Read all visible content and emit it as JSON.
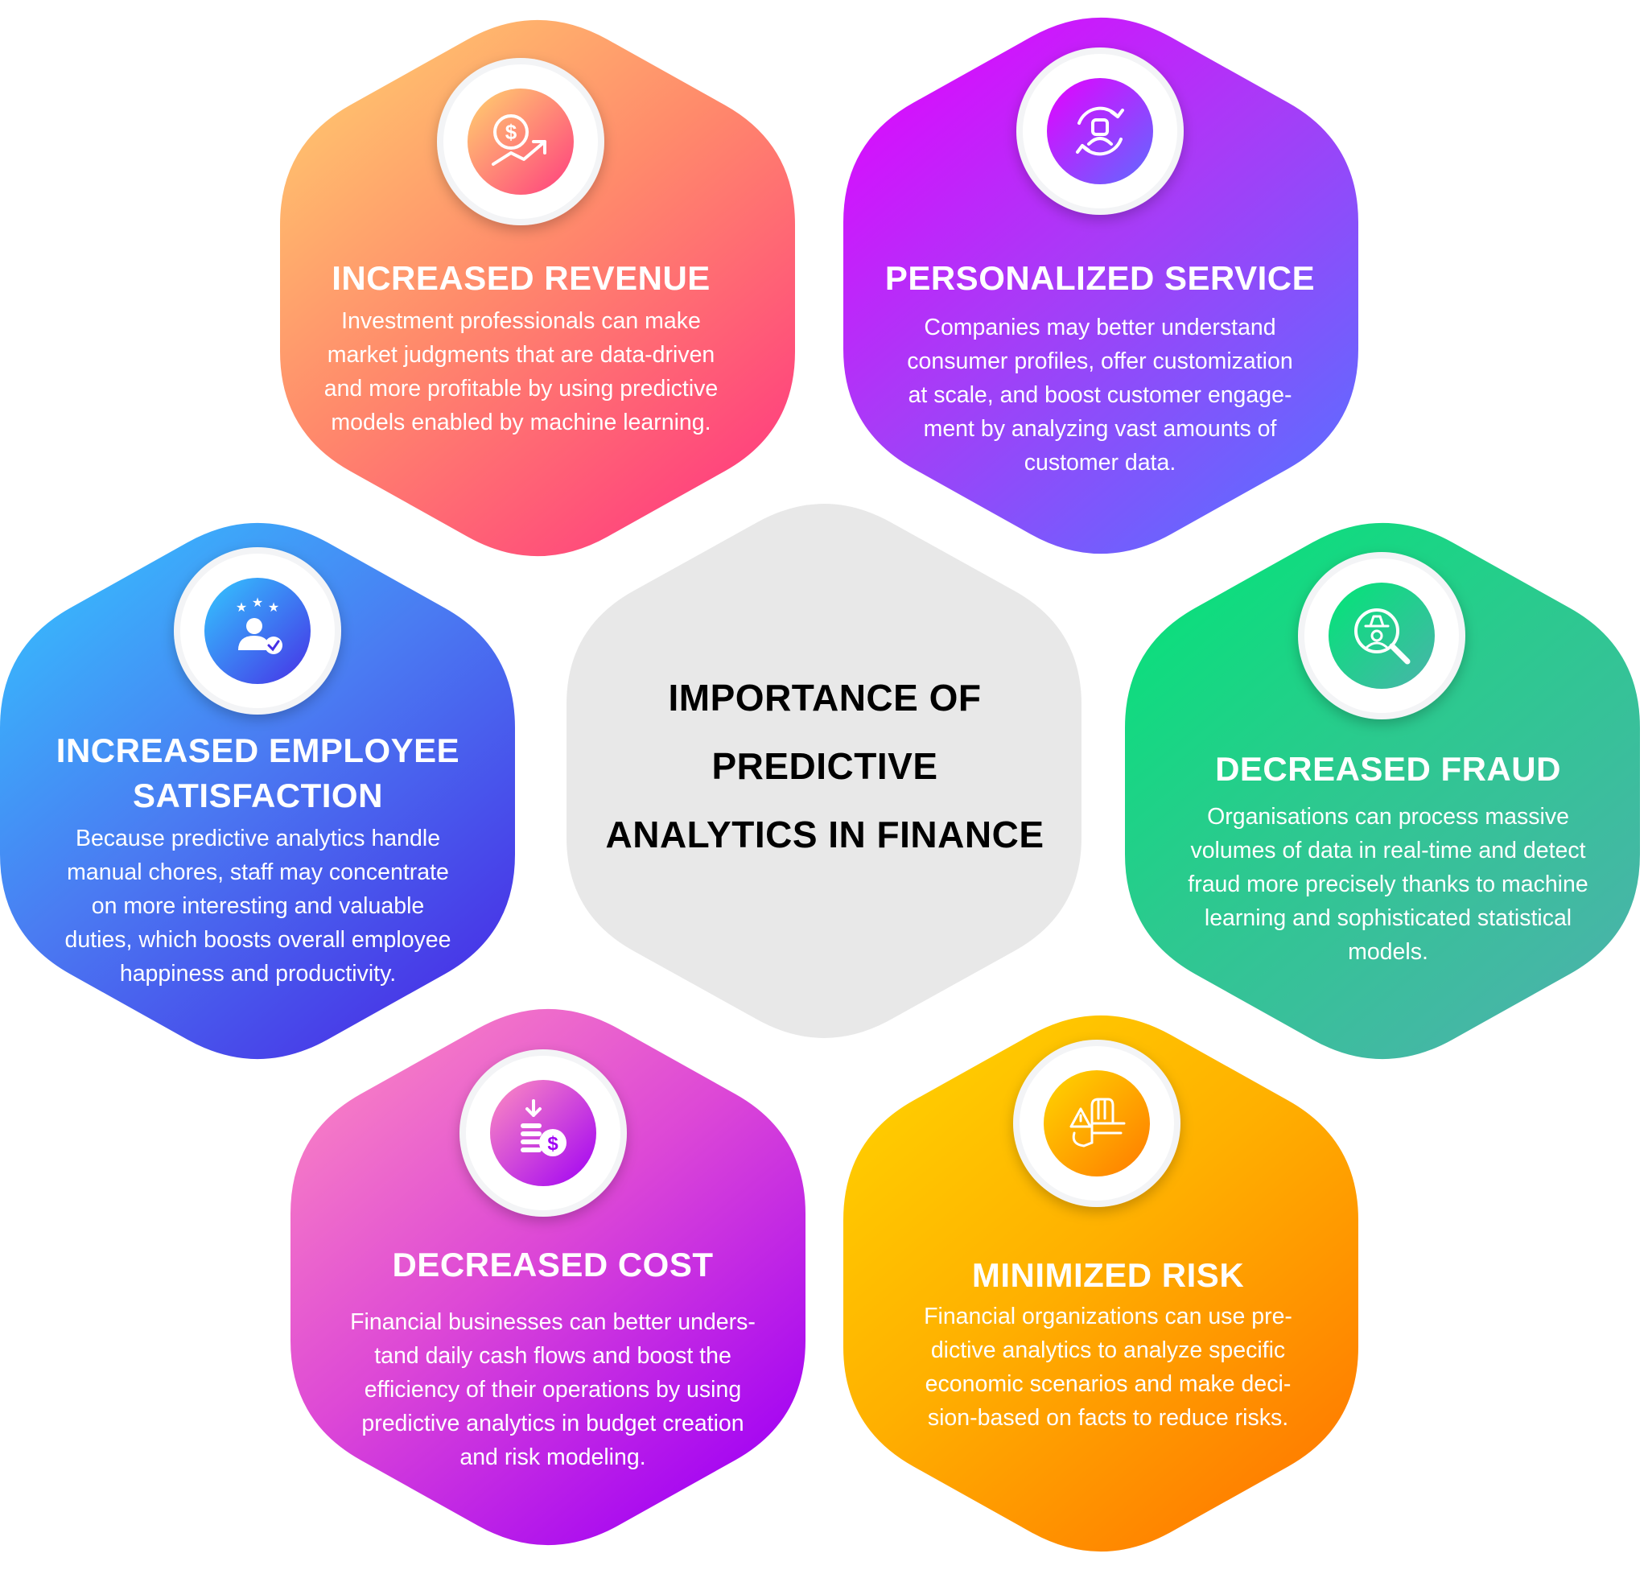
{
  "center": {
    "lines": [
      "IMPORTANCE OF",
      "PREDICTIVE",
      "ANALYTICS IN FINANCE"
    ]
  },
  "benefits": [
    {
      "title_lines": [
        "INCREASED REVENUE"
      ],
      "text_lines": [
        "Investment professionals can make",
        "market judgments that are data-driven",
        "and more profitable by using predictive",
        "models enabled by machine learning."
      ],
      "icon": "revenue-growth-icon",
      "colors": [
        "#ffd36e",
        "#ff8a6b",
        "#ff3d7f"
      ]
    },
    {
      "title_lines": [
        "PERSONALIZED SERVICE"
      ],
      "text_lines": [
        "Companies may better understand",
        "consumer profiles, offer customization",
        "at scale, and boost customer engage-",
        "ment by analyzing vast amounts of",
        "customer data."
      ],
      "icon": "personalized-service-icon",
      "colors": [
        "#e600ff",
        "#a83bf7",
        "#5f6bff"
      ]
    },
    {
      "title_lines": [
        "INCREASED EMPLOYEE",
        "SATISFACTION"
      ],
      "text_lines": [
        "Because predictive analytics handle",
        "manual chores, staff may concentrate",
        "on more interesting and valuable",
        "duties, which boosts overall employee",
        "happiness and productivity."
      ],
      "icon": "employee-rating-icon",
      "colors": [
        "#33c8ff",
        "#4a7cf2",
        "#4730e6"
      ]
    },
    {
      "title_lines": [
        "DECREASED FRAUD"
      ],
      "text_lines": [
        "Organisations can process massive",
        "volumes of data in real-time and detect",
        "fraud more precisely thanks to machine",
        "learning and sophisticated statistical",
        "models."
      ],
      "icon": "fraud-detection-icon",
      "colors": [
        "#00e676",
        "#2cc98f",
        "#4ab3aa"
      ]
    },
    {
      "title_lines": [
        "DECREASED COST"
      ],
      "text_lines": [
        "Financial businesses can better unders-",
        "tand daily cash flows and boost the",
        "efficiency of their operations by using",
        "predictive analytics in budget creation",
        "and risk modeling."
      ],
      "icon": "cost-reduction-icon",
      "colors": [
        "#ff8ec0",
        "#dd48d6",
        "#a000f5"
      ]
    },
    {
      "title_lines": [
        "MINIMIZED RISK"
      ],
      "text_lines": [
        "Financial organizations can use pre-",
        "dictive analytics to analyze specific",
        "economic scenarios and make deci-",
        "sion-based on facts to reduce risks."
      ],
      "icon": "risk-management-icon",
      "colors": [
        "#ffd600",
        "#ffb000",
        "#ff7a00"
      ]
    }
  ]
}
